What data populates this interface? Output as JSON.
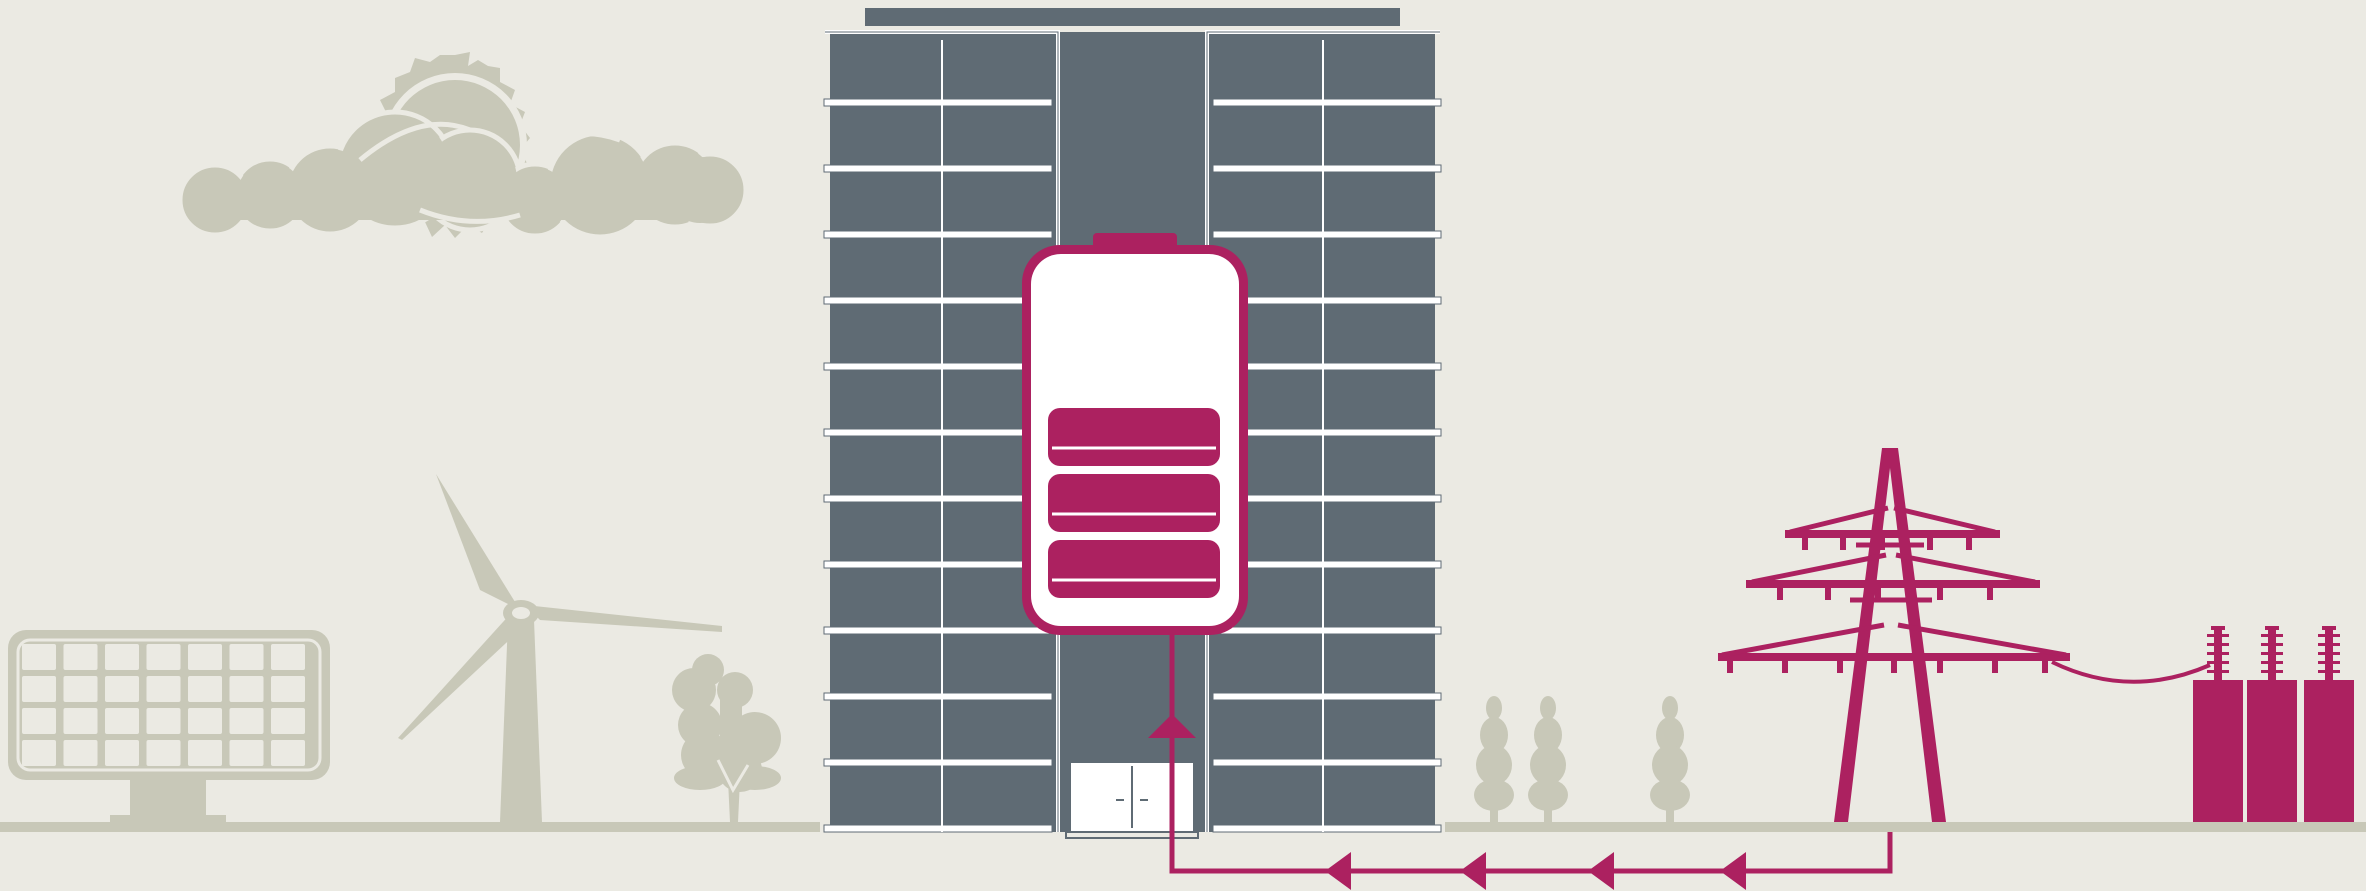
{
  "scene": {
    "battery": {
      "charge_bars_filled": 3
    },
    "grid_flow": {
      "direction": "grid-to-battery",
      "arrow_count": 5
    }
  },
  "colors": {
    "background": "#ebeae3",
    "nature_gray": "#c8c8b8",
    "building_gray": "#5f6b74",
    "accent_magenta": "#ac2160",
    "white": "#ffffff"
  },
  "icons": [
    "cloud-with-sun-icon",
    "solar-panel-icon",
    "wind-turbine-icon",
    "tree-icon",
    "building-icon",
    "battery-icon",
    "power-pylon-icon",
    "transformer-icon",
    "poplar-tree-icon"
  ]
}
